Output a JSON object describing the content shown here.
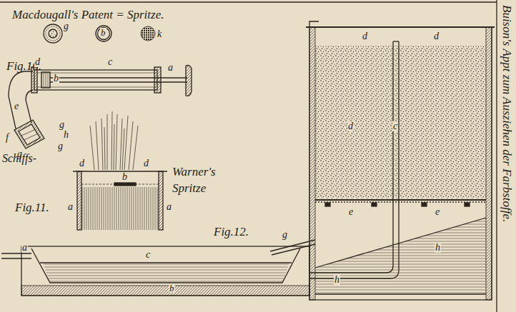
{
  "diagram": {
    "labels": [
      "Macdougall's Patent = Spritze.",
      "g",
      "b",
      "k",
      "Fig.10.",
      "d",
      "b",
      "c",
      "a",
      "e",
      "f",
      "g",
      "g",
      "h",
      "g",
      "Schiffs-",
      "Fig.11.",
      "d",
      "d",
      "b",
      "a",
      "a",
      "Warner's Spritze",
      "Fig.12.",
      "d",
      "d",
      "d",
      "c",
      "e",
      "e",
      "h",
      "h",
      "g",
      "a",
      "c",
      "b",
      "Buison's Appt zum Ausziehen der Farbstoffe."
    ]
  }
}
